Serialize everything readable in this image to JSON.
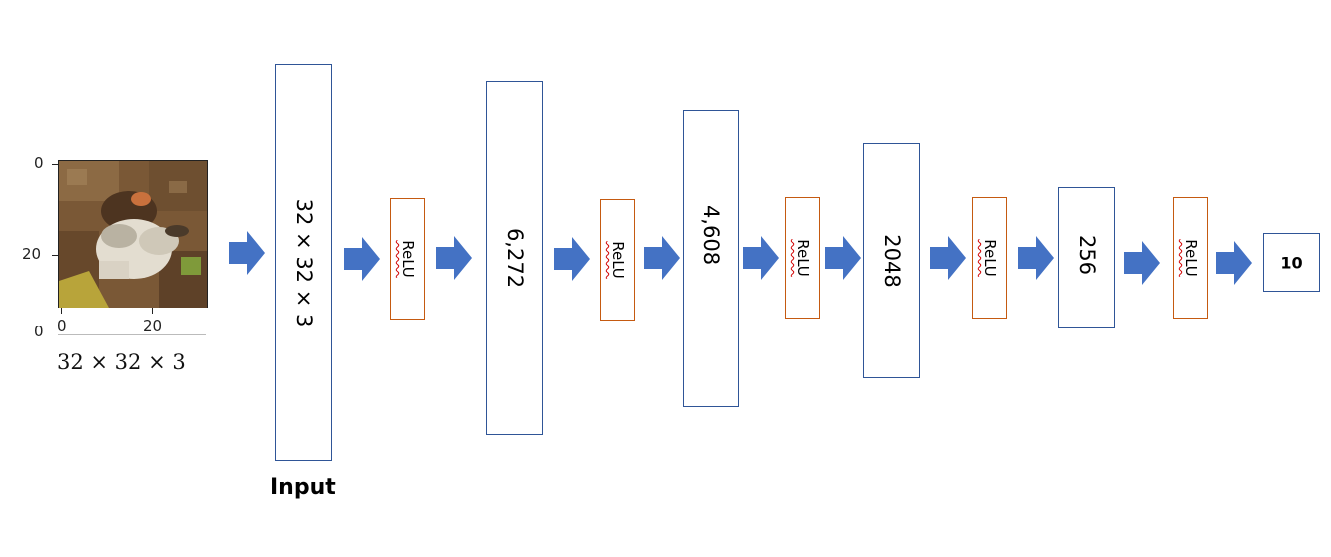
{
  "input_image": {
    "y_ticks": [
      "0",
      "20",
      "0"
    ],
    "x_ticks": [
      "0",
      "20"
    ],
    "shape_label": "32 × 32 × 3",
    "caption": "Input"
  },
  "layers": [
    {
      "label": "32 × 32 × 3"
    },
    {
      "label": "6,272"
    },
    {
      "label": "4,608"
    },
    {
      "label": "2048"
    },
    {
      "label": "256"
    }
  ],
  "activations": [
    {
      "label": "ReLU"
    },
    {
      "label": "ReLU"
    },
    {
      "label": "ReLU"
    },
    {
      "label": "ReLU"
    },
    {
      "label": "ReLU"
    }
  ],
  "output": {
    "label": "10"
  },
  "colors": {
    "arrow": "#4472c4",
    "layer_border": "#2f5597",
    "relu_border": "#c55a11"
  }
}
